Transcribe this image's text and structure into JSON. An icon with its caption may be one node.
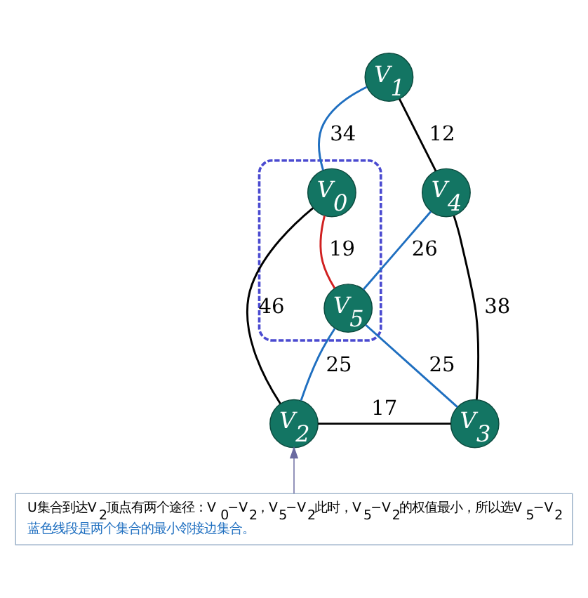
{
  "diagram": {
    "nodes": [
      {
        "text": [
          "V$_{1}$"
        ]
      },
      {
        "text": [],
        "shape": "ellipse"
      },
      {
        "text": [
          "V$_{0}$"
        ],
        "in": 1
      },
      {
        "text": [
          "V$_{5}$"
        ],
        "in": 1
      },
      {
        "text": [
          "V$_{4}$"
        ]
      },
      {
        "text": [
          "V$_{2}$"
        ]
      },
      {
        "text": [
          "V$_{3}$"
        ]
      },
      {
        "text": [
          "U集合到达V$_{2}$顶点有两个途径：V$_{0}$−V$_{2}$，V$_{5}$−V$_{2}$此时，V$_{5}$−V$_{2}$的权值最小，所以选V$_{5}$−V$_{2}$",
          "蓝色线段是两个集合的最小邻接边集合。"
        ]
      }
    ],
    "edges": [
      {
        "from": 0,
        "to": 2,
        "arrow": "none",
        "label": "34",
        "color": "#1f6fc0"
      },
      {
        "from": 0,
        "to": 4,
        "arrow": "none",
        "label": "12",
        "color": "#000000"
      },
      {
        "from": 2,
        "to": 3,
        "arrow": "none",
        "label": "19",
        "color": "#d02020"
      },
      {
        "from": 4,
        "to": 3,
        "arrow": "none",
        "label": "26",
        "color": "#1f6fc0"
      },
      {
        "from": 2,
        "to": 5,
        "arrow": "none",
        "label": "46",
        "color": "#000000"
      },
      {
        "from": 3,
        "to": 5,
        "arrow": "none",
        "label": "25",
        "color": "#1f6fc0"
      },
      {
        "from": 3,
        "to": 6,
        "arrow": "none",
        "label": "25",
        "color": "#1f6fc0"
      },
      {
        "from": 4,
        "to": 6,
        "arrow": "none",
        "label": "38",
        "color": "#000000"
      },
      {
        "from": 5,
        "to": 6,
        "arrow": "none",
        "label": "17",
        "color": "#000000"
      },
      {
        "from": 7,
        "to": 5,
        "arrow": "to",
        "color": "#6a6aa0"
      }
    ]
  }
}
